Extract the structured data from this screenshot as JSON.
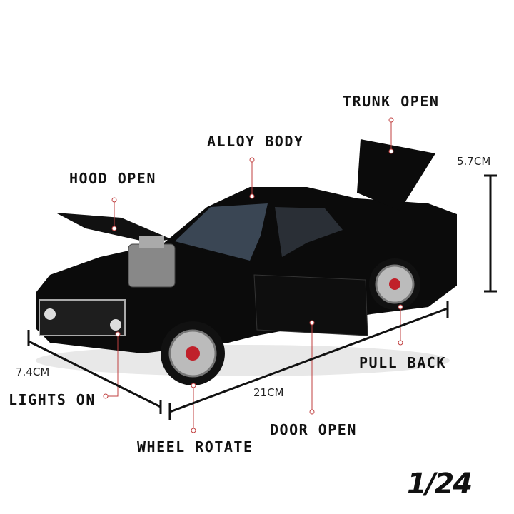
{
  "features": {
    "trunk_open": "TRUNK OPEN",
    "alloy_body": "ALLOY BODY",
    "hood_open": "HOOD OPEN",
    "lights_on": "LIGHTS ON",
    "pull_back": "PULL BACK",
    "door_open": "DOOR OPEN",
    "wheel_rotate": "WHEEL ROTATE"
  },
  "dimensions": {
    "height": "5.7CM",
    "width": "7.4CM",
    "length": "21CM"
  },
  "scale": "1/24",
  "colors": {
    "car": "#0b0b0b",
    "text": "#111111",
    "brake": "#c0202a"
  }
}
